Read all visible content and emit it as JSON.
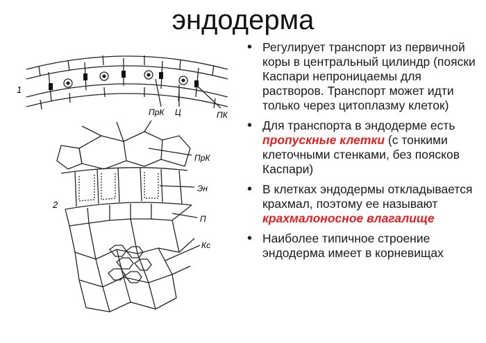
{
  "title": "эндодерма",
  "figure": {
    "part_labels": [
      "1",
      "2"
    ],
    "labels_top": [
      "ПрК",
      "Ц",
      "ПК"
    ],
    "labels_bottom": [
      "ПрК",
      "Эн",
      "П",
      "Кс"
    ]
  },
  "bullets": [
    {
      "text": "Регулирует транспорт из первичной коры в центральный цилиндр (пояски Каспари непроницаемы для растворов. Транспорт может идти только через цитоплазму клеток)"
    },
    {
      "before": "Для транспорта в эндодерме есть ",
      "highlight": "пропускные клетки",
      "after": " (с тонкими клеточными стенками, без поясков Каспари)"
    },
    {
      "before": "В клетках эндодермы откладывается крахмал, поэтому ее называют ",
      "highlight": "крахмалоносное влагалище",
      "after": ""
    },
    {
      "text": "Наиболее типичное строение эндодерма имеет в корневищах"
    }
  ],
  "colors": {
    "highlight": "#e32020",
    "text": "#1a1a1a"
  }
}
